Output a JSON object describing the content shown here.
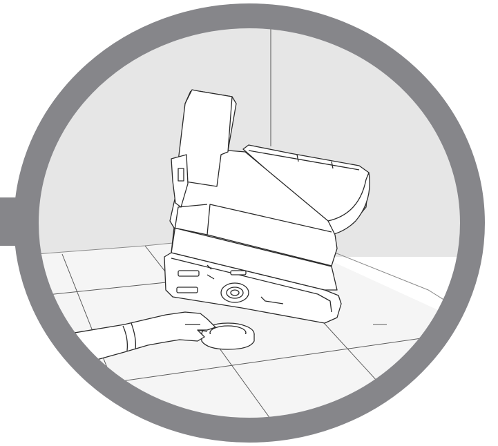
{
  "illustration": {
    "subject": "appliance-tilted-for-underside-maintenance",
    "callout_frame": "circle",
    "side_tab": "step-marker-tab",
    "colors": {
      "frame_ring": "#86868a",
      "wall": "#e6e6e6",
      "floor": "#f4f4f4",
      "appliance_fill": "#ffffff",
      "line_art": "#2a2a2a",
      "side_tab": "#86868a"
    }
  }
}
